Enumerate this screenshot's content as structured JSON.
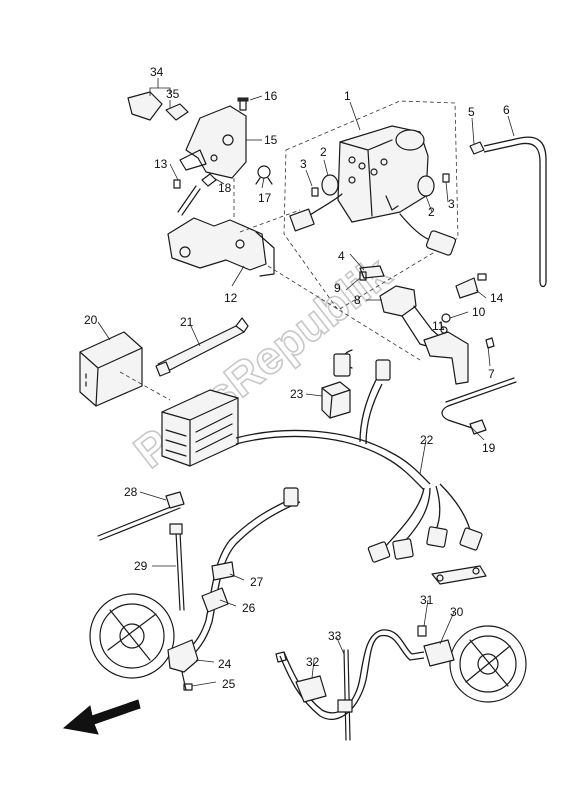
{
  "watermark": "PartsRepublik",
  "callouts": [
    "1",
    "2",
    "2",
    "3",
    "3",
    "4",
    "5",
    "6",
    "7",
    "8",
    "9",
    "10",
    "11",
    "12",
    "13",
    "14",
    "15",
    "16",
    "17",
    "18",
    "19",
    "20",
    "21",
    "22",
    "23",
    "24",
    "25",
    "26",
    "27",
    "28",
    "29",
    "30",
    "31",
    "32",
    "33",
    "34",
    "35"
  ],
  "colors": {
    "line": "#1a1a1a",
    "watermark": "#c8c8c8",
    "background": "#ffffff"
  },
  "icons": {
    "direction_arrow": "arrow-left-down-icon"
  }
}
